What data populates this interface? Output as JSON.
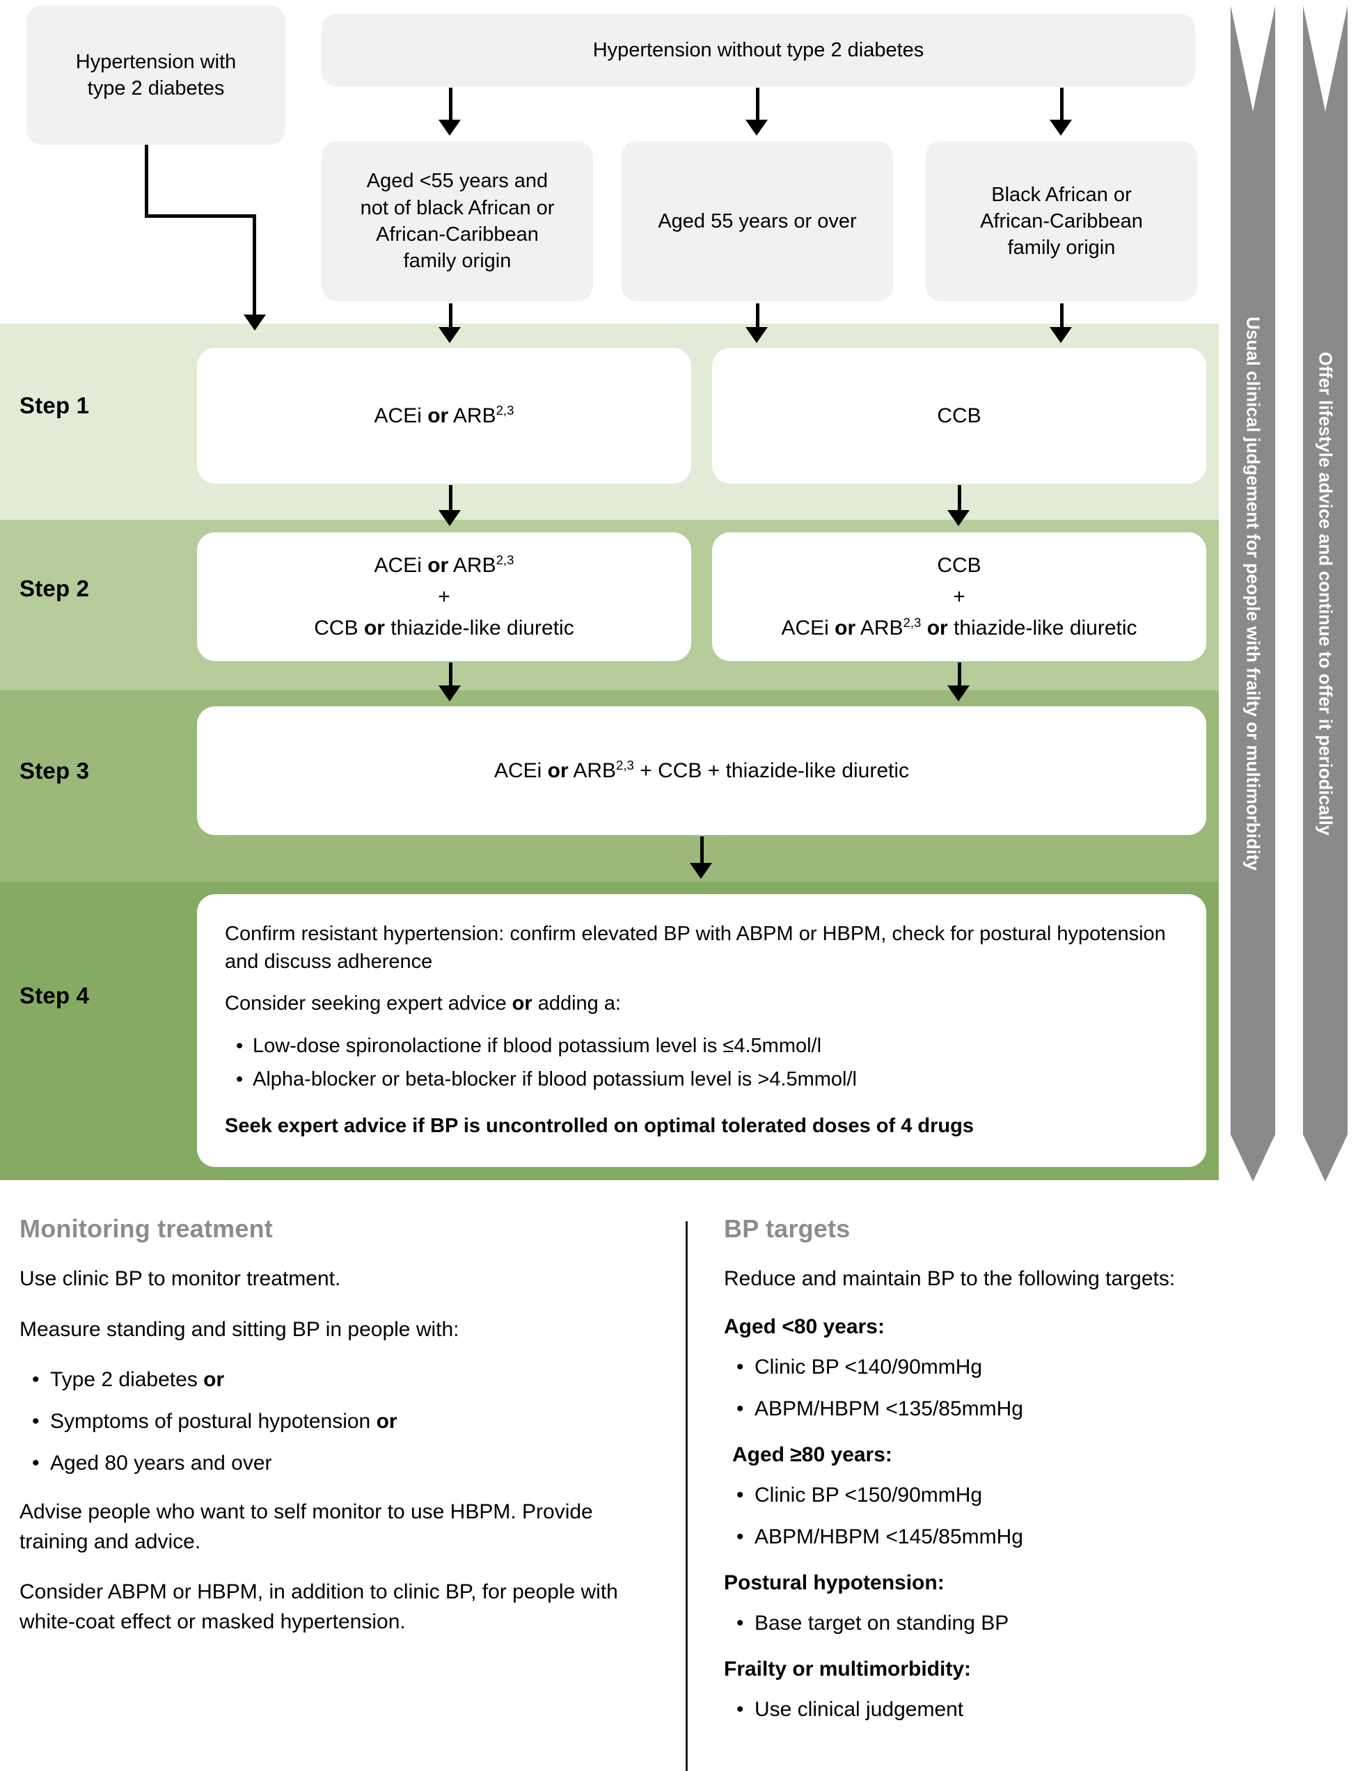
{
  "flow": {
    "top_boxes": {
      "diabetes": "Hypertension with\ntype 2 diabetes",
      "no_diabetes": "Hypertension without type 2 diabetes",
      "age_under_55": "Aged <55 years and not of black African or African-Caribbean family origin",
      "age_55_over": "Aged 55 years or over",
      "black_african": "Black African or African-Caribbean family origin"
    },
    "steps": [
      {
        "label": "Step 1"
      },
      {
        "label": "Step 2"
      },
      {
        "label": "Step 3"
      },
      {
        "label": "Step 4"
      }
    ],
    "step1": {
      "left": {
        "pre": "ACEi ",
        "bold": "or",
        "post": " ARB",
        "sup": "2,3"
      },
      "right": {
        "text": "CCB"
      }
    },
    "step2": {
      "left": {
        "line1_pre": "ACEi ",
        "line1_bold": "or",
        "line1_post": " ARB",
        "line1_sup": "2,3",
        "plus": "+",
        "line3_pre": "CCB ",
        "line3_bold": "or",
        "line3_post": " thiazide-like diuretic"
      },
      "right": {
        "line1": "CCB",
        "plus": "+",
        "line3_pre": "ACEi ",
        "line3_bold1": "or",
        "line3_mid": " ARB",
        "line3_sup": "2,3",
        "line3_bold2": " or",
        "line3_post": " thiazide-like diuretic"
      }
    },
    "step3": {
      "pre": "ACEi ",
      "bold": "or",
      "mid": " ARB",
      "sup": "2,3",
      "post": " + CCB + thiazide-like diuretic"
    },
    "step4": {
      "para1": "Confirm resistant hypertension: confirm elevated BP with ABPM or HBPM, check for postural hypotension and discuss adherence",
      "para2_pre": "Consider seeking expert advice ",
      "para2_bold": "or",
      "para2_post": " adding a:",
      "bullets": [
        "Low-dose spironolactione if blood potassium level is ≤4.5mmol/l",
        "Alpha-blocker or beta-blocker if blood potassium level is >4.5mmol/l"
      ],
      "footer_bold": "Seek expert advice if BP is uncontrolled on optimal tolerated doses of 4 drugs"
    },
    "side_arrows": [
      "Usual clinical judgement for people with frailty or multimorbidity",
      "Offer lifestyle advice and continue to offer it periodically"
    ]
  },
  "monitoring": {
    "heading": "Monitoring treatment",
    "para1": "Use clinic BP to monitor treatment.",
    "para2": "Measure standing and sitting BP in people with:",
    "bullets": [
      {
        "text": "Type 2 diabetes ",
        "bold": "or"
      },
      {
        "text": "Symptoms of postural hypotension ",
        "bold": "or"
      },
      {
        "text": "Aged 80 years and over",
        "bold": ""
      }
    ],
    "para3": "Advise people who want to self monitor to use HBPM. Provide training and advice.",
    "para4": "Consider ABPM or HBPM, in addition to clinic BP, for people with white-coat effect or masked hypertension."
  },
  "bp_targets": {
    "heading": "BP targets",
    "intro": "Reduce and maintain BP to the following targets:",
    "groups": [
      {
        "title": "Aged <80 years:",
        "items": [
          "Clinic BP <140/90mmHg",
          "ABPM/HBPM <135/85mmHg"
        ]
      },
      {
        "title": "Aged ≥80 years:",
        "items": [
          "Clinic BP <150/90mmHg",
          "ABPM/HBPM <145/85mmHg"
        ]
      },
      {
        "title": "Postural hypotension:",
        "items": [
          "Base target on standing BP"
        ]
      },
      {
        "title": "Frailty or multimorbidity:",
        "items": [
          "Use clinical judgement"
        ]
      }
    ]
  },
  "colors": {
    "band1": "#e2ebd6",
    "band2": "#b6cc9b",
    "band3": "#9ab97a",
    "band4": "#85ab63",
    "grey_box": "#f1f1f1",
    "side_arrow": "#8a8a8a",
    "heading_grey": "#8c8c8c"
  }
}
